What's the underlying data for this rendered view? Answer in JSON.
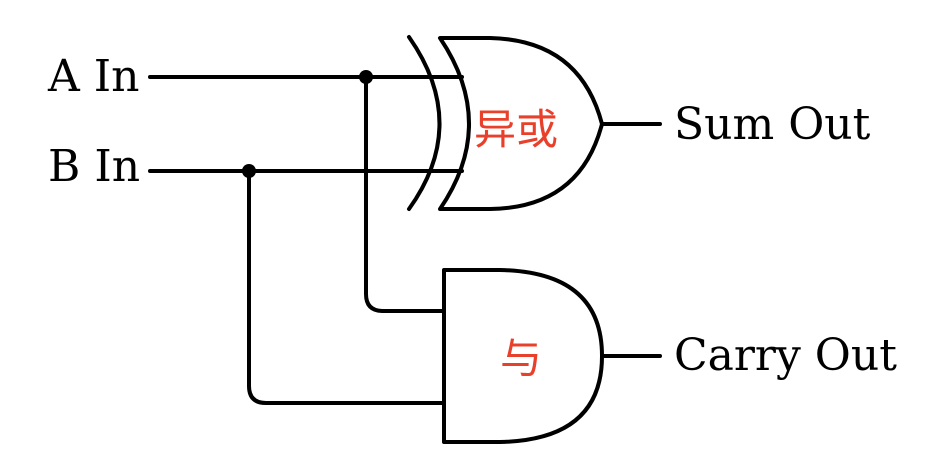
{
  "inputs": {
    "a_label": "A In",
    "b_label": "B In"
  },
  "outputs": {
    "sum_label": "Sum Out",
    "carry_label": "Carry Out"
  },
  "gates": {
    "xor_label": "异或",
    "and_label": "与"
  },
  "colors": {
    "wire": "#000000",
    "gate_label": "#e8402a",
    "background": "#ffffff"
  }
}
